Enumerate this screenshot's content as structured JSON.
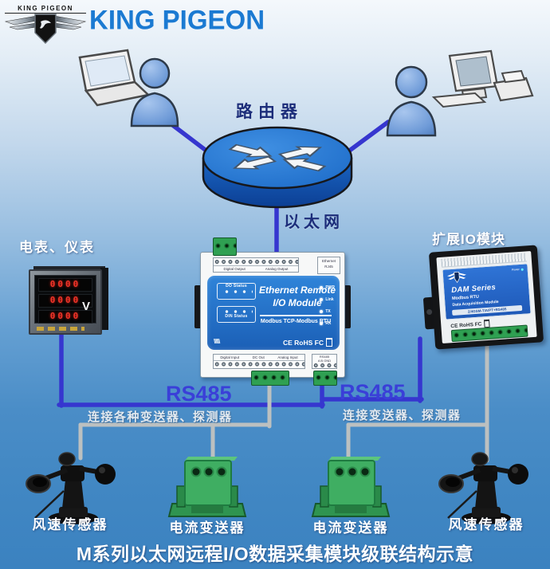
{
  "header": {
    "logo_small_text": "KING PIGEON",
    "brand_title": "KING PIGEON"
  },
  "network": {
    "router_label": "路由器",
    "ethernet_label": "以太网",
    "rs485_left_label": "RS485",
    "rs485_right_label": "RS485",
    "left_bus_note": "连接各种变送器、探测器",
    "right_bus_note": "连接变送器、探测器"
  },
  "devices": {
    "meter": {
      "label": "电表、仪表",
      "display_rows": [
        "0000",
        "0000",
        "0000"
      ],
      "unit": "V"
    },
    "io_module": {
      "title_line1": "Ethernet Remote",
      "title_line2": "I/O Module",
      "subtitle": "Modbus TCP-Modbus RTU",
      "do_status_label": "DO Status",
      "din_status_label": "DIN Status",
      "status_leds": [
        "PWR",
        "Link",
        "TX",
        "RX"
      ],
      "top_port_labels": [
        "Digital Output",
        "Analog Output"
      ],
      "ethernet_port_label": "Ethernet RJ45",
      "bottom_port_labels": [
        "Digital Input",
        "DC Out",
        "Analog Input"
      ],
      "rs485_port_label": "RS485",
      "rs485_pins": "A  B  GND",
      "cert_marks": "CE RoHS FC"
    },
    "expansion_module": {
      "label": "扩展IO模块",
      "series": "DAM Series",
      "line2": "Modbus RTU",
      "line3": "Data Acquisition Module",
      "line4": "2/4GSM-T/A/PT+RS485",
      "power_label": "Power",
      "cert_marks": "CE RoHS FC"
    }
  },
  "sensors": [
    {
      "type": "wind",
      "label": "风速传感器"
    },
    {
      "type": "current",
      "label": "电流变送器"
    },
    {
      "type": "current",
      "label": "电流变送器"
    },
    {
      "type": "wind",
      "label": "风速传感器"
    }
  ],
  "caption": "M系列以太网远程I/O数据采集模块级联结构示意",
  "colors": {
    "background_top": "#f4f8fc",
    "background_bottom": "#3b82c0",
    "brand_blue": "#1b7ad2",
    "line_blue": "#3636cf",
    "line_gray": "#b9bdbd",
    "navy_text": "#1c2d7a",
    "rs485_text": "#3a3fd8",
    "module_panel_blue": "#2573cc",
    "terminal_green": "#2fa052",
    "router_blue": "#1d6fd0",
    "meter_digit_red": "#f03428"
  }
}
